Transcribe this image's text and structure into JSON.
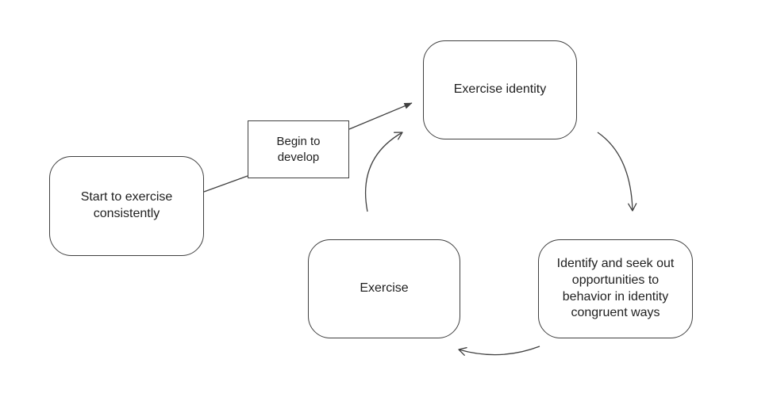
{
  "diagram": {
    "background_color": "#ffffff",
    "stroke_color": "#404040",
    "text_color": "#1f1f1f",
    "nodes": [
      {
        "id": "start",
        "label": "Start to exercise consistently",
        "shape": "rounded-rectangle"
      },
      {
        "id": "begin",
        "label": "Begin to develop",
        "shape": "rectangle"
      },
      {
        "id": "identity",
        "label": "Exercise identity",
        "shape": "rounded-rectangle"
      },
      {
        "id": "identify",
        "label": "Identify and seek out opportunities to behavior in identity congruent ways",
        "shape": "rounded-rectangle"
      },
      {
        "id": "exercise",
        "label": "Exercise",
        "shape": "rounded-rectangle"
      }
    ],
    "connectors": [
      {
        "from": "start",
        "to": "begin",
        "style": "plain-line"
      },
      {
        "from": "begin",
        "to": "identity",
        "style": "straight-arrow-filled-head"
      },
      {
        "from": "exercise",
        "to": "identity",
        "style": "curved-arrow-open-head"
      },
      {
        "from": "identity",
        "to": "identify",
        "style": "curved-arrow-open-head"
      },
      {
        "from": "identify",
        "to": "exercise",
        "style": "curved-arrow-open-head"
      }
    ]
  }
}
